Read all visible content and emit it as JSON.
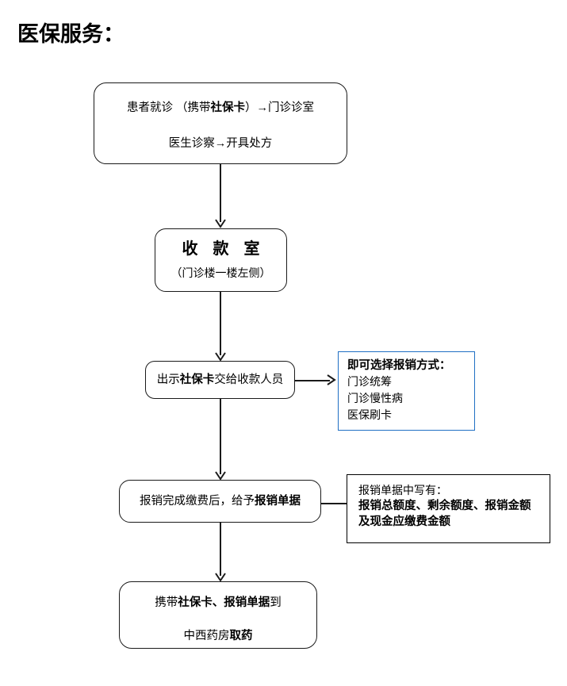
{
  "page": {
    "title": "医保服务："
  },
  "flow": {
    "nodes": [
      {
        "id": "visit",
        "line_1_prefix": "患者就诊 （携带",
        "line_1_bold": "社保卡",
        "line_1_suffix": "）→门诊诊室",
        "line_2": "医生诊察→开具处方"
      },
      {
        "id": "cashier",
        "title": "收 款 室",
        "subtitle": "（门诊楼一楼左侧）"
      },
      {
        "id": "show-card",
        "prefix": "出示",
        "bold": "社保卡",
        "suffix": "交给收款人员"
      },
      {
        "id": "receipt",
        "prefix": "报销完成缴费后，给予",
        "bold": "报销单据",
        "suffix": ""
      },
      {
        "id": "pharmacy",
        "line_1_prefix": "携带",
        "line_1_bold": "社保卡、报销单据",
        "line_1_suffix": "到",
        "line_2_prefix": "中西药房",
        "line_2_bold": "取药"
      }
    ]
  },
  "annotations": {
    "methods": {
      "heading": "即可选择报销方式：",
      "options": [
        "门诊统筹",
        "门诊慢性病",
        "医保刷卡"
      ],
      "border_color": "#1f6fc4"
    },
    "receipt_detail": {
      "heading": "报销单据中写有：",
      "bold_line_1": "报销总额度、剩余额度、报销金额",
      "bold_line_2": "及现金应缴费金额",
      "border_color": "#000000"
    }
  }
}
